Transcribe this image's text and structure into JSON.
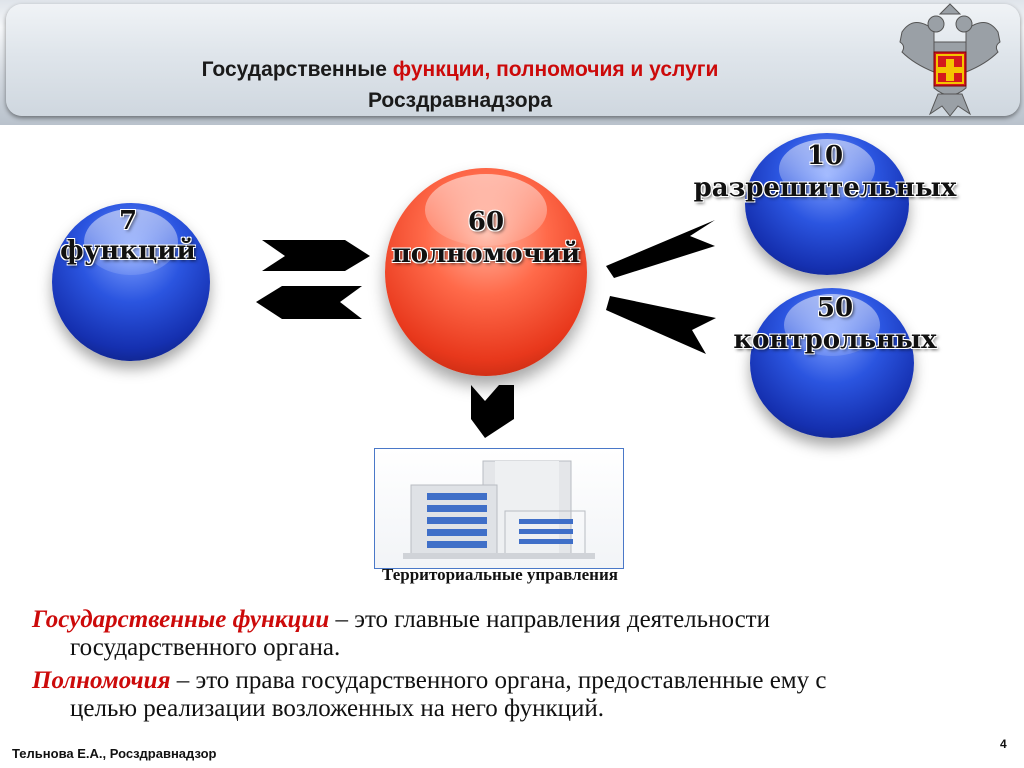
{
  "header": {
    "title_part1": "Государственные ",
    "title_part2": "функции, полномочия и услуги",
    "title_line2": "Росздравнадзора"
  },
  "diagram": {
    "functions_count": "7",
    "functions_label": "функций",
    "powers_count": "60",
    "powers_label": "полномочий",
    "permit_count": "10",
    "permit_label": "разрешительных",
    "control_count": "50",
    "control_label": "контрольных",
    "territorial_caption": "Территориальные управления"
  },
  "definitions": [
    {
      "term": "Государственные функции",
      "text": " – это главные направления деятельности",
      "text2": "государственного органа."
    },
    {
      "term": "Полномочия",
      "text": " – это права государственного органа, предоставленные ему с",
      "text2": "целью реализации возложенных на него функций."
    }
  ],
  "footer": {
    "author": "Тельнова Е.А., Росздравнадзор",
    "page": "4"
  },
  "colors": {
    "accent_red": "#cc0a0a",
    "ball_blue": "#2b55e0",
    "ball_red": "#ff6a4a"
  }
}
